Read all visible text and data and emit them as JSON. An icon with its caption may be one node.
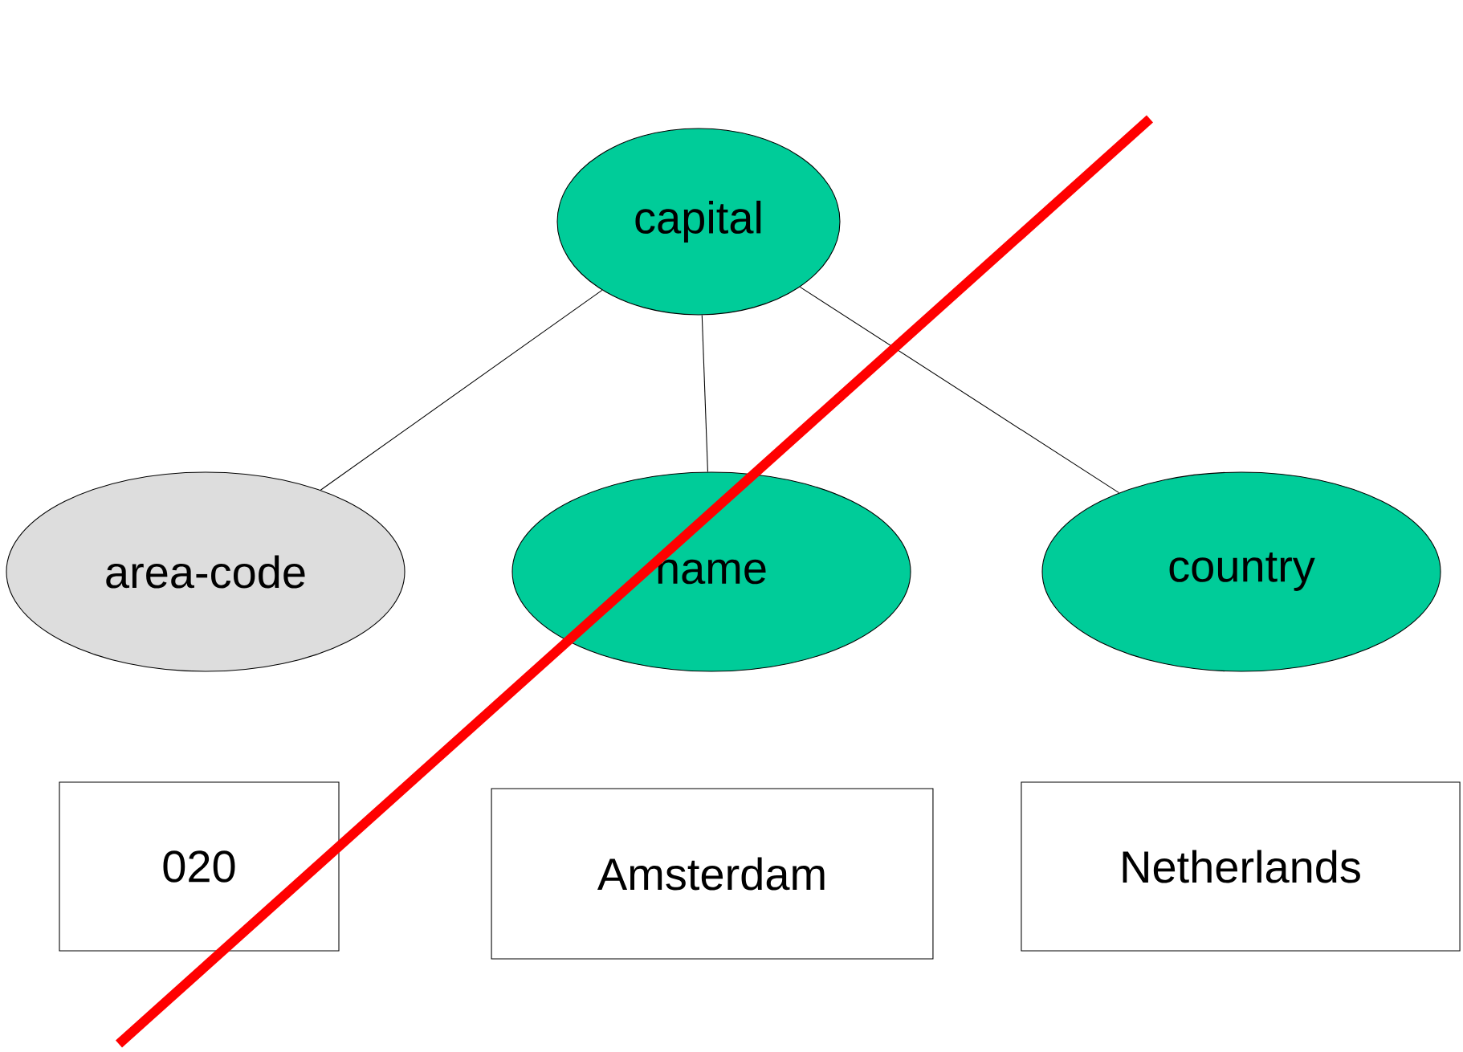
{
  "diagram": {
    "nodes": [
      {
        "text": [
          "capital"
        ]
      },
      {
        "text": [
          "area-code"
        ]
      },
      {
        "text": [
          "name"
        ]
      },
      {
        "text": [
          "country"
        ]
      },
      {
        "text": [
          "020"
        ]
      },
      {
        "text": [
          "Amsterdam"
        ]
      },
      {
        "text": [
          "Netherlands"
        ]
      }
    ],
    "edges": [
      {
        "from": 0,
        "to": 1,
        "arrow": "none"
      },
      {
        "from": 0,
        "to": 2,
        "arrow": "none"
      },
      {
        "from": 0,
        "to": 3,
        "arrow": "none"
      }
    ]
  }
}
